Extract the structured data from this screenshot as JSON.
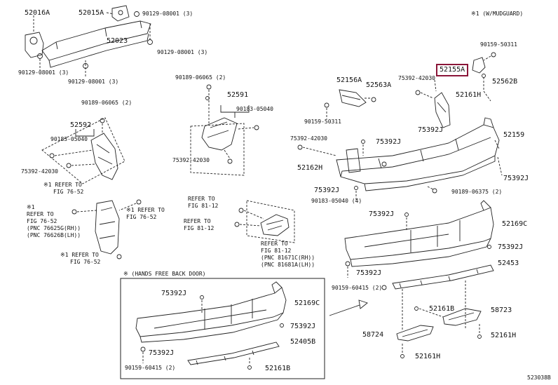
{
  "corner_note": "※1 (W/MUDGUARD)",
  "inset_title": "※ (HANDS FREE BACK DOOR)",
  "diagram_code": "523038B",
  "highlighted_part": "52155A",
  "parts": {
    "p52016A": "52016A",
    "p52015A": "52015A",
    "p90129_a": "90129-08001 (3)",
    "p52023": "52023",
    "p90129_b": "90129-08001 (3)",
    "p90129_c": "90129-08001 (3)",
    "p90129_d": "90129-08001 (3)",
    "p90189_a": "90189-06065 (2)",
    "p52591": "52591",
    "p90183_a": "90183-05040",
    "p75392_a": "75392-42030",
    "p90189_b": "90189-06065 (2)",
    "p52592": "52592",
    "p90183_b": "90183-05040",
    "p75392_b": "75392-42030",
    "p90159_a": "90159-50311",
    "p52155A": "52155A",
    "p52562B": "52562B",
    "p75392_c": "75392-42030",
    "p52161H_a": "52161H",
    "p52156A": "52156A",
    "p52563A": "52563A",
    "p90159_b": "90159-50311",
    "p75392J_a": "75392J",
    "p52159": "52159",
    "p75392_d": "75392-42030",
    "p75392J_b": "75392J",
    "p52162H": "52162H",
    "p75392J_c": "75392J",
    "p75392J_d": "75392J",
    "p90189_c": "90189-06375 (2)",
    "p90183_c": "90183-05040 (4)",
    "p75392J_e": "75392J",
    "p52169C_a": "52169C",
    "p75392J_f": "75392J",
    "p75392J_g": "75392J",
    "p52453": "52453",
    "p90159_c": "90159-60415 (2)",
    "p52161B_a": "52161B",
    "p58723": "58723",
    "p58724": "58724",
    "p52161H_b": "52161H",
    "p52161H_c": "52161H",
    "i75392J_a": "75392J",
    "i52169C": "52169C",
    "i75392J_b": "75392J",
    "i75392J_c": "75392J",
    "i52405B": "52405B",
    "i90159": "90159-60415 (2)",
    "i52161B": "52161B"
  },
  "refs": {
    "r1_l1": "※1 REFER TO",
    "r1_l2": "FIG 76-52",
    "r2_l1": "※1",
    "r2_l2": "REFER TO",
    "r2_l3": "FIG 76-52",
    "r2_l4": "(PNC 76625G(RH))",
    "r2_l5": "(PNC 76626B(LH))",
    "r3_l1": "※1 REFER TO",
    "r3_l2": "FIG 76-52",
    "r4_l1": "※1 REFER TO",
    "r4_l2": "FIG 76-52",
    "r5_l1": "REFER TO",
    "r5_l2": "FIG 81-12",
    "r6_l1": "REFER TO",
    "r6_l2": "FIG 81-12",
    "r7_l1": "REFER TO",
    "r7_l2": "FIG 81-12",
    "r7_l3": "(PNC 81671C(RH))",
    "r7_l4": "(PNC 81681A(LH))"
  }
}
